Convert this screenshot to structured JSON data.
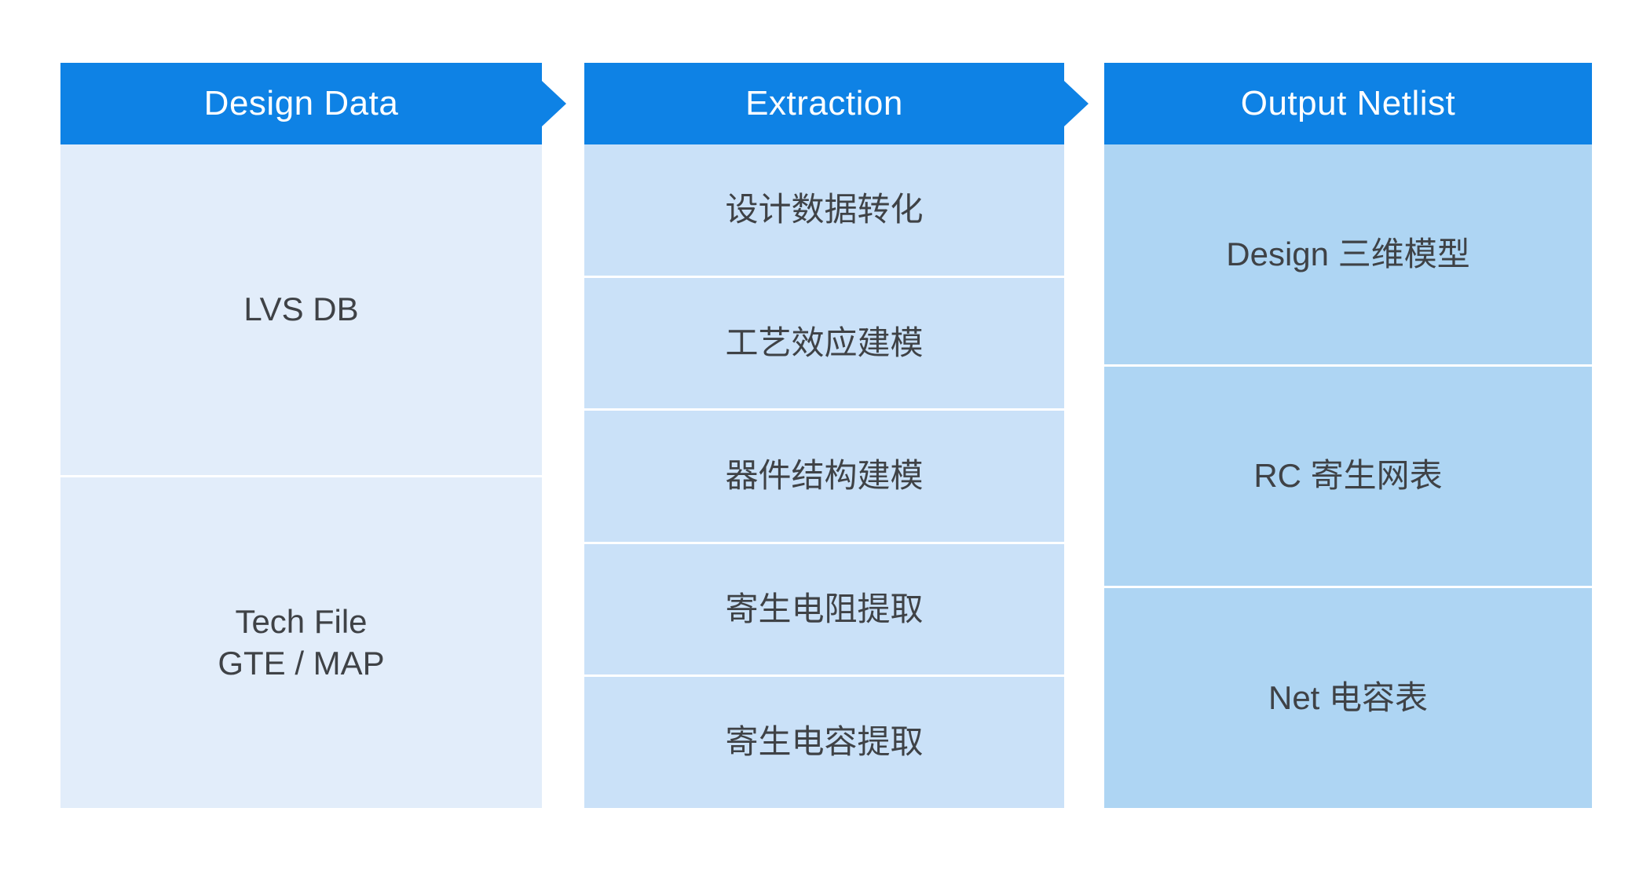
{
  "diagram": {
    "columns": [
      {
        "header": "Design Data",
        "rows": [
          "LVS DB",
          "Tech File\nGTE / MAP"
        ]
      },
      {
        "header": "Extraction",
        "rows": [
          "设计数据转化",
          "工艺效应建模",
          "器件结构建模",
          "寄生电阻提取",
          "寄生电容提取"
        ]
      },
      {
        "header": "Output Netlist",
        "rows": [
          "Design 三维模型",
          "RC 寄生网表",
          "Net 电容表"
        ]
      }
    ],
    "colors": {
      "header_bg": "#0E82E5",
      "header_text": "#FFFFFF",
      "col1_body": "#E2EDFA",
      "col2_body": "#CAE1F8",
      "col3_body": "#AED5F3",
      "body_text": "#3F4246",
      "separator": "#FFFFFF"
    }
  }
}
